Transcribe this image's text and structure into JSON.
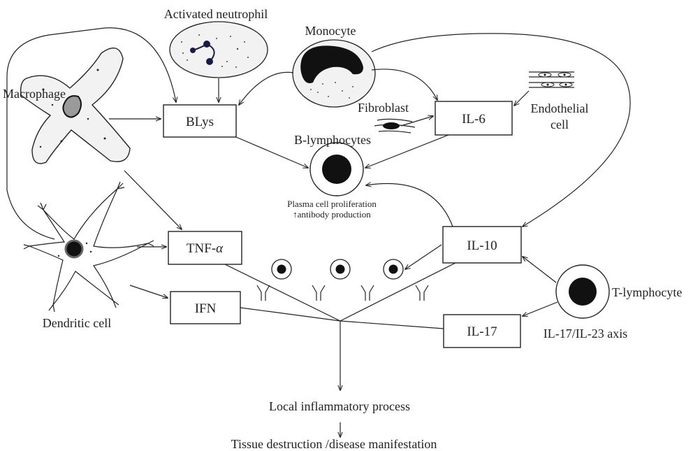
{
  "diagram": {
    "cells": {
      "activated_neutrophil": "Activated neutrophil",
      "monocyte": "Monocyte",
      "macrophage": "Macrophage",
      "fibroblast": "Fibroblast",
      "endothelial_line1": "Endothelial",
      "endothelial_line2": "cell",
      "b_lymphocytes": "B-lymphocytes",
      "dendritic_cell": "Dendritic cell",
      "t_lymphocyte": "T-lymphocyte"
    },
    "cytokines": {
      "blys": "BLys",
      "il6": "IL-6",
      "tnf": "TNF-",
      "tnf_symbol": "α",
      "ifn": "IFN",
      "il10": "IL-10",
      "il17": "IL-17"
    },
    "annotations": {
      "plasma_line1": "Plasma cell proliferation",
      "plasma_line2": "↑antibody production",
      "axis": "IL-17/IL-23 axis"
    },
    "outcomes": {
      "local": "Local inflammatory process",
      "tissue": "Tissue destruction /disease manifestation"
    },
    "colors": {
      "stroke": "#222222",
      "cell_fill": "#f2f2f2",
      "nucleus": "#111111",
      "neutrophil_nucleus": "#1a1a4a",
      "macrophage_nucleus": "#9a9a9a"
    }
  }
}
